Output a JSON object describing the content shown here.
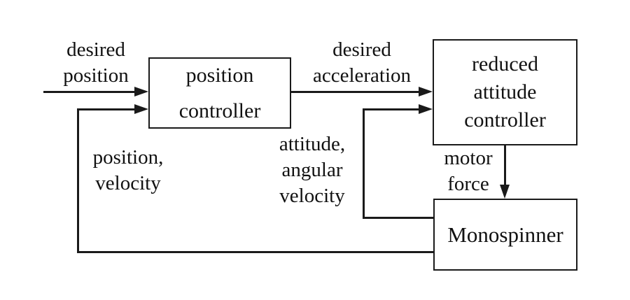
{
  "colors": {
    "background": "#ffffff",
    "line": "#1a1a1a",
    "text": "#111111"
  },
  "diagram": {
    "title": "monospinner-control-loop-block-diagram",
    "boxes": {
      "position_controller": {
        "label": "position\ncontroller"
      },
      "reduced_attitude_controller": {
        "label": "reduced\nattitude\ncontroller"
      },
      "monospinner": {
        "label": "Monospinner"
      }
    },
    "edge_labels": {
      "desired_position": "desired\nposition",
      "desired_acceleration": "desired\nacceleration",
      "attitude_angular_velocity": "attitude,\nangular\nvelocity",
      "position_velocity": "position,\nvelocity",
      "motor_force": "motor\nforce"
    },
    "edges": [
      {
        "from": "external input",
        "to": "position controller",
        "label": "desired position"
      },
      {
        "from": "position controller",
        "to": "reduced attitude controller",
        "label": "desired acceleration"
      },
      {
        "from": "reduced attitude controller",
        "to": "Monospinner",
        "label": "motor force"
      },
      {
        "from": "Monospinner",
        "to": "reduced attitude controller",
        "label": "attitude, angular velocity",
        "kind": "feedback"
      },
      {
        "from": "Monospinner",
        "to": "position controller",
        "label": "position, velocity",
        "kind": "feedback"
      }
    ]
  }
}
